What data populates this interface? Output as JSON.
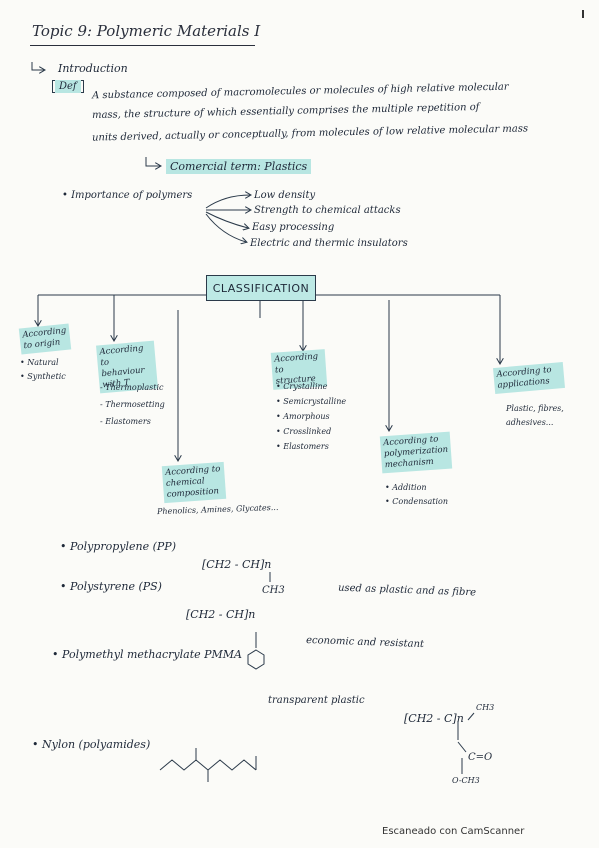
{
  "title": "Topic 9: Polymeric Materials I",
  "intro": {
    "heading": "Introduction",
    "def_tag": "Def",
    "definition_lines": [
      "A substance composed of macromolecules or molecules of high relative molecular",
      "mass, the structure of which essentially comprises the multiple repetition of",
      "units derived, actually or conceptually, from molecules of low relative molecular mass"
    ],
    "commercial_term": "Comercial term: Plastics"
  },
  "importance": {
    "label": "Importance of polymers",
    "items": [
      "Low density",
      "Strength to chemical attacks",
      "Easy processing",
      "Electric and thermic insulators"
    ]
  },
  "classification": {
    "title": "CLASSIFICATION",
    "branches": [
      {
        "heading": "According to origin",
        "items": [
          "Natural",
          "Synthetic"
        ]
      },
      {
        "heading": "According to behaviour with T",
        "items": [
          "Thermoplastic",
          "Thermosetting",
          "Elastomers"
        ]
      },
      {
        "heading": "According to chemical composition",
        "items": [
          "Phenolics, Amines, Glycates..."
        ]
      },
      {
        "heading": "According to structure",
        "items": [
          "Crystalline",
          "Semicrystalline",
          "Amorphous",
          "Crosslinked",
          "Elastomers"
        ]
      },
      {
        "heading": "According to polymerization mechanism",
        "items": [
          "Addition",
          "Condensation"
        ]
      },
      {
        "heading": "According to applications",
        "items": [
          "Plastic, fibres,",
          "adhesives..."
        ]
      }
    ]
  },
  "polymers": [
    {
      "name": "Polypropylene (PP)",
      "formula": "[CH2 - CH]n",
      "sub": "CH3",
      "use": "used as plastic and as fibre"
    },
    {
      "name": "Polystyrene (PS)",
      "formula": "[CH2 - CH]n",
      "sub": "benzene ring",
      "use": "economic and resistant"
    },
    {
      "name": "Polymethyl methacrylate PMMA",
      "formula": "[CH2 - C]n",
      "sub_top": "CH3",
      "sub_bottom": "C=O",
      "sub_bottom2": "O-CH3",
      "use": "transparent plastic"
    },
    {
      "name": "Nylon (polyamides)",
      "formula": "",
      "use": ""
    }
  ],
  "footer": "Escaneado con CamScanner"
}
